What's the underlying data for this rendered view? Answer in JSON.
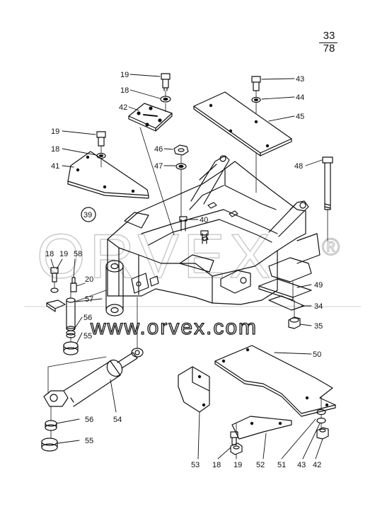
{
  "page": {
    "number": "33",
    "total": "78"
  },
  "watermark": {
    "logo": "ORVEX",
    "registered": "®",
    "url": "www.orvex.com"
  },
  "callouts": {
    "c19a": "19",
    "c18a": "18",
    "c42": "42",
    "c43": "43",
    "c44": "44",
    "c45": "45",
    "c19b": "19",
    "c18b": "18",
    "c41": "41",
    "c46": "46",
    "c47": "47",
    "c48": "48",
    "c39": "39",
    "c40": "40",
    "c18c": "18",
    "c19c": "19",
    "c58": "58",
    "c20": "20",
    "c57": "57",
    "c56a": "56",
    "c55a": "55",
    "c49": "49",
    "c34": "34",
    "c35": "35",
    "c50": "50",
    "c54": "54",
    "c56b": "56",
    "c55b": "55",
    "c53": "53",
    "c18d": "18",
    "c19d": "19",
    "c52": "52",
    "c51": "51",
    "c43b": "43",
    "c42b": "42"
  },
  "colors": {
    "line": "#111111",
    "watermark": "#c9c9c9"
  }
}
